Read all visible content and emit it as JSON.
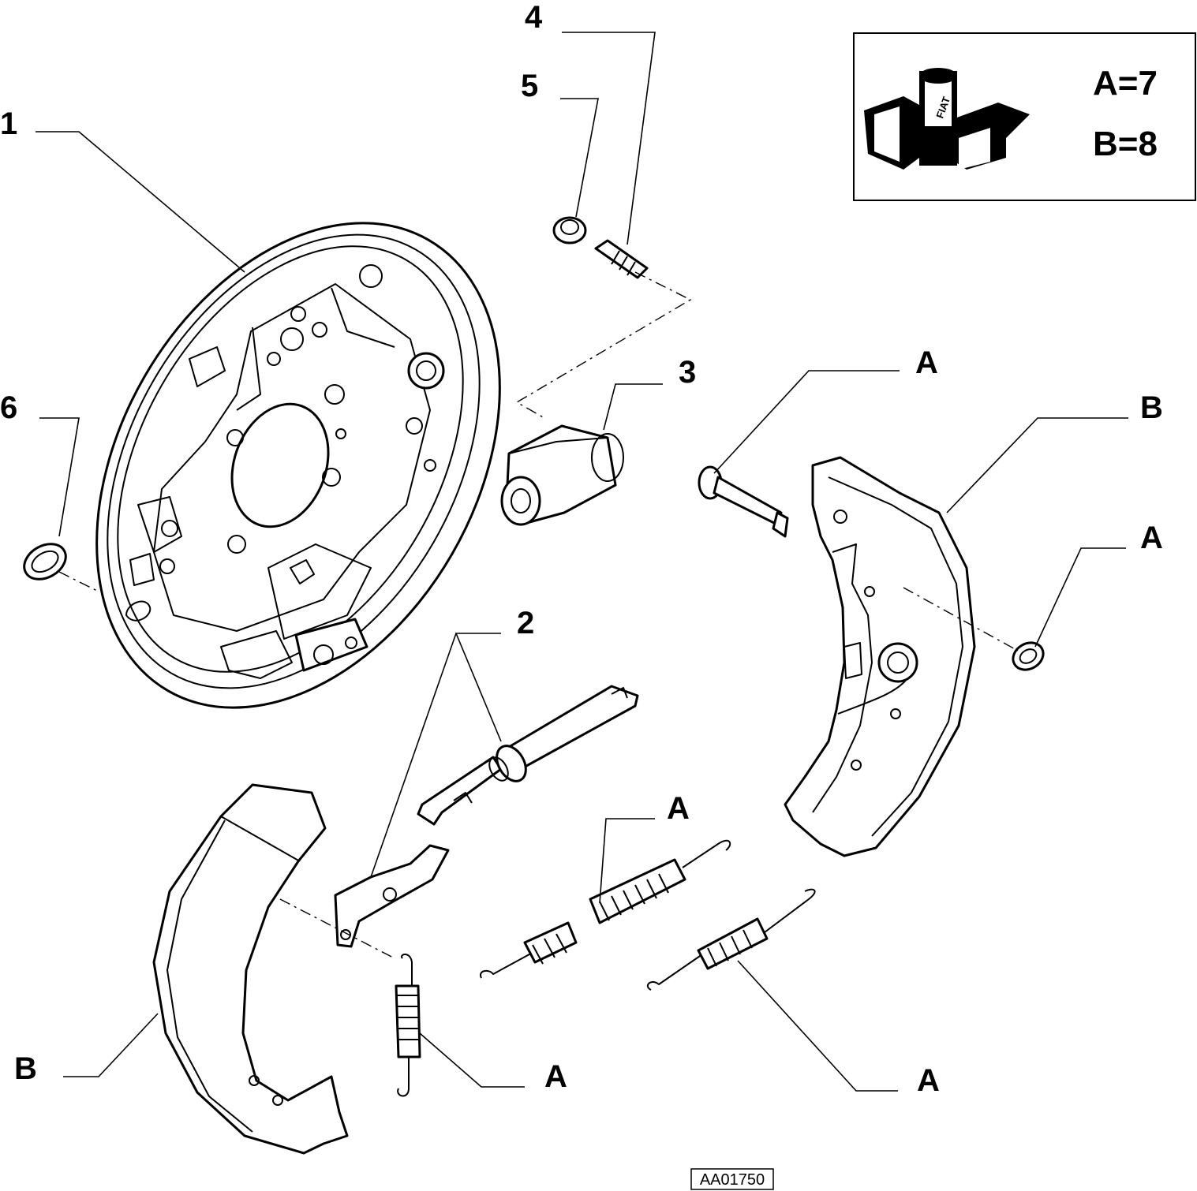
{
  "callouts": {
    "c1": "1",
    "c2": "2",
    "c3": "3",
    "c4": "4",
    "c5": "5",
    "c6": "6",
    "a_pin": "A",
    "a_clip": "A",
    "a_spring_mid": "A",
    "a_spring_low": "A",
    "a_spring_right": "A",
    "b_shoe_right": "B",
    "b_shoe_left": "B"
  },
  "legend": {
    "line_a": "A=7",
    "line_b": "B=8",
    "logo_text": "FIAT"
  },
  "drawing_code": "AA01750"
}
